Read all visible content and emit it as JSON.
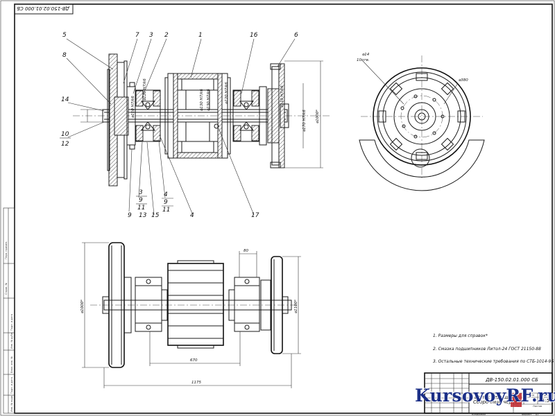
{
  "stamp": {
    "code_rotated": "ДВ-150.02.01.000 СБ"
  },
  "callouts": {
    "top": [
      "5",
      "7",
      "3",
      "2",
      "1",
      "16",
      "6"
    ],
    "left": [
      "8",
      "14",
      "10",
      "12"
    ],
    "bottom_a": [
      "3",
      "9",
      "11",
      "9",
      "13",
      "15"
    ],
    "bottom_b": [
      "4",
      "9",
      "11",
      "4"
    ],
    "right": "17"
  },
  "dimensions": {
    "d_shaft_left": "⌀110 Н7/k6",
    "d_bearing_left": "⌀120 Н7/k6",
    "d_hub": "⌀130 Н7/k6",
    "d_bearing_right": "⌀120 Н7/k6",
    "d_shaft_right": "⌀110 Н7/k6",
    "d_flange_right": "⌀170 Н7/k6",
    "d_overall_top": "⌀1000*",
    "d_wheel_plan_left": "⌀1000*",
    "d_wheel_plan_right": "⌀1100*",
    "w_bearing": "80",
    "l_drum": "670",
    "l_total": "1175",
    "side_pcd": "⌀380",
    "side_holes_a": "⌀14",
    "side_holes_b": "10отв."
  },
  "notes": [
    "1. Размеры для справок*",
    "2. Смазка подшипников Литол-24 ГОСТ 21150-88",
    "3. Остальные технические требования по СТБ-1014-95"
  ],
  "title_block": {
    "designation": "ДВ-150.02.01.000 СБ",
    "name_line1": "Валок ведущий",
    "name_line2": "Сборочный чертеж",
    "scale": "1:5",
    "col_mass": "Масса",
    "col_scale": "Масштаб",
    "col_lit": "Лит.",
    "sheet_label": "Лист",
    "sheets_label": "Листов",
    "copied": "Копировал",
    "format": "Формат",
    "format_value": "А1"
  },
  "left_strip": {
    "labels": [
      "Перв. примен.",
      "Справ. №",
      "Подп. и дата",
      "Инв. № дубл.",
      "Взам. инв. №",
      "Подп. и дата",
      "Инв. № подл."
    ]
  },
  "watermark": {
    "text": "KursovoyRF.ru"
  },
  "colors": {
    "line": "#1a1a1a",
    "watermark": "#1b2f87",
    "watermark_accent": "#c0262c",
    "paper": "#ffffff"
  }
}
